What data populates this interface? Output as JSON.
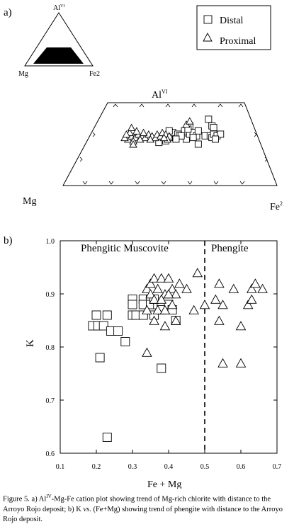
{
  "panel_a": {
    "label": "a)",
    "inset_labels": {
      "top": "Al",
      "top_sup": "VI",
      "left": "Mg",
      "right": "Fe2"
    },
    "trap_labels": {
      "top": "Al",
      "top_sup": "VI",
      "left": "Mg",
      "right": "Fe",
      "right_sup": "2"
    },
    "legend": {
      "distal": "Distal",
      "proximal": "Proximal"
    }
  },
  "chart_data": [
    {
      "type": "scatter",
      "subtype": "ternary",
      "axes": {
        "top": "AlVI",
        "left": "Mg",
        "right": "Fe2"
      },
      "series": [
        {
          "name": "Distal",
          "marker": "square",
          "points": [
            [
              0.62,
              0.29
            ],
            [
              0.64,
              0.32
            ],
            [
              0.67,
              0.31
            ],
            [
              0.68,
              0.3
            ],
            [
              0.71,
              0.33
            ],
            [
              0.72,
              0.28
            ],
            [
              0.74,
              0.31
            ],
            [
              0.76,
              0.32
            ],
            [
              0.78,
              0.3
            ],
            [
              0.79,
              0.33
            ],
            [
              0.83,
              0.3
            ],
            [
              0.86,
              0.3
            ],
            [
              0.87,
              0.29
            ],
            [
              0.88,
              0.31
            ],
            [
              0.9,
              0.3
            ],
            [
              0.92,
              0.31
            ],
            [
              0.6,
              0.27
            ],
            [
              0.56,
              0.26
            ],
            [
              0.79,
              0.25
            ],
            [
              0.76,
              0.29
            ],
            [
              0.69,
              0.3
            ],
            [
              0.66,
              0.28
            ],
            [
              0.89,
              0.28
            ],
            [
              0.74,
              0.36
            ],
            [
              0.73,
              0.34
            ],
            [
              0.87,
              0.36
            ],
            [
              0.85,
              0.4
            ],
            [
              0.88,
              0.35
            ],
            [
              0.62,
              0.33
            ]
          ]
        },
        {
          "name": "Proximal",
          "marker": "triangle",
          "points": [
            [
              0.38,
              0.28
            ],
            [
              0.4,
              0.3
            ],
            [
              0.42,
              0.29
            ],
            [
              0.44,
              0.31
            ],
            [
              0.46,
              0.3
            ],
            [
              0.48,
              0.29
            ],
            [
              0.5,
              0.31
            ],
            [
              0.52,
              0.3
            ],
            [
              0.54,
              0.29
            ],
            [
              0.36,
              0.29
            ],
            [
              0.39,
              0.32
            ],
            [
              0.43,
              0.33
            ],
            [
              0.45,
              0.28
            ],
            [
              0.41,
              0.27
            ],
            [
              0.47,
              0.32
            ],
            [
              0.51,
              0.28
            ],
            [
              0.55,
              0.31
            ],
            [
              0.57,
              0.3
            ],
            [
              0.58,
              0.32
            ],
            [
              0.6,
              0.31
            ],
            [
              0.62,
              0.3
            ],
            [
              0.37,
              0.31
            ],
            [
              0.4,
              0.35
            ],
            [
              0.41,
              0.25
            ],
            [
              0.61,
              0.28
            ],
            [
              0.72,
              0.37
            ],
            [
              0.74,
              0.39
            ],
            [
              0.59,
              0.29
            ]
          ]
        }
      ]
    },
    {
      "type": "scatter",
      "xlabel": "Fe + Mg",
      "ylabel": "K",
      "xlim": [
        0.1,
        0.7
      ],
      "ylim": [
        0.6,
        1.0
      ],
      "xticks": [
        "0.1",
        "0.2",
        "0.3",
        "0.4",
        "0.5",
        "0.6",
        "0.7"
      ],
      "yticks": [
        "0.6",
        "0.7",
        "0.8",
        "0.9",
        "1.0"
      ],
      "divider_x": 0.5,
      "regions": [
        "Phengitic Muscovite",
        "Phengite"
      ],
      "series": [
        {
          "name": "Distal",
          "marker": "square",
          "points": [
            [
              0.2,
              0.86
            ],
            [
              0.23,
              0.86
            ],
            [
              0.19,
              0.84
            ],
            [
              0.205,
              0.84
            ],
            [
              0.22,
              0.84
            ],
            [
              0.24,
              0.83
            ],
            [
              0.26,
              0.83
            ],
            [
              0.28,
              0.81
            ],
            [
              0.21,
              0.78
            ],
            [
              0.23,
              0.63
            ],
            [
              0.38,
              0.76
            ],
            [
              0.3,
              0.89
            ],
            [
              0.3,
              0.88
            ],
            [
              0.3,
              0.86
            ],
            [
              0.31,
              0.86
            ],
            [
              0.33,
              0.89
            ],
            [
              0.33,
              0.88
            ],
            [
              0.33,
              0.86
            ],
            [
              0.35,
              0.89
            ],
            [
              0.35,
              0.88
            ],
            [
              0.36,
              0.86
            ],
            [
              0.37,
              0.88
            ],
            [
              0.38,
              0.88
            ],
            [
              0.38,
              0.87
            ],
            [
              0.4,
              0.88
            ],
            [
              0.41,
              0.87
            ],
            [
              0.42,
              0.85
            ],
            [
              0.36,
              0.89
            ]
          ]
        },
        {
          "name": "Proximal",
          "marker": "triangle",
          "points": [
            [
              0.34,
              0.91
            ],
            [
              0.35,
              0.92
            ],
            [
              0.36,
              0.93
            ],
            [
              0.37,
              0.91
            ],
            [
              0.38,
              0.93
            ],
            [
              0.39,
              0.9
            ],
            [
              0.4,
              0.93
            ],
            [
              0.41,
              0.91
            ],
            [
              0.42,
              0.9
            ],
            [
              0.43,
              0.92
            ],
            [
              0.45,
              0.91
            ],
            [
              0.35,
              0.9
            ],
            [
              0.36,
              0.89
            ],
            [
              0.37,
              0.87
            ],
            [
              0.38,
              0.89
            ],
            [
              0.39,
              0.87
            ],
            [
              0.4,
              0.9
            ],
            [
              0.41,
              0.88
            ],
            [
              0.34,
              0.87
            ],
            [
              0.36,
              0.85
            ],
            [
              0.39,
              0.84
            ],
            [
              0.42,
              0.85
            ],
            [
              0.34,
              0.79
            ],
            [
              0.47,
              0.87
            ],
            [
              0.48,
              0.94
            ],
            [
              0.5,
              0.88
            ],
            [
              0.53,
              0.89
            ],
            [
              0.54,
              0.92
            ],
            [
              0.54,
              0.85
            ],
            [
              0.55,
              0.88
            ],
            [
              0.55,
              0.77
            ],
            [
              0.58,
              0.91
            ],
            [
              0.6,
              0.84
            ],
            [
              0.6,
              0.77
            ],
            [
              0.62,
              0.88
            ],
            [
              0.63,
              0.89
            ],
            [
              0.63,
              0.91
            ],
            [
              0.64,
              0.92
            ],
            [
              0.66,
              0.91
            ]
          ]
        }
      ]
    }
  ],
  "panel_b": {
    "label": "b)"
  },
  "caption": {
    "part1": "Figure 5. a) Al",
    "sup": "IV",
    "part2": "-Mg-Fe cation plot showing trend of Mg-rich chlorite with distance to the Arroyo Rojo deposit; b) K ",
    "vs": "vs.",
    "part3": " (Fe+Mg) showing trend of phengite with distance to the Arroyo Rojo deposit."
  }
}
